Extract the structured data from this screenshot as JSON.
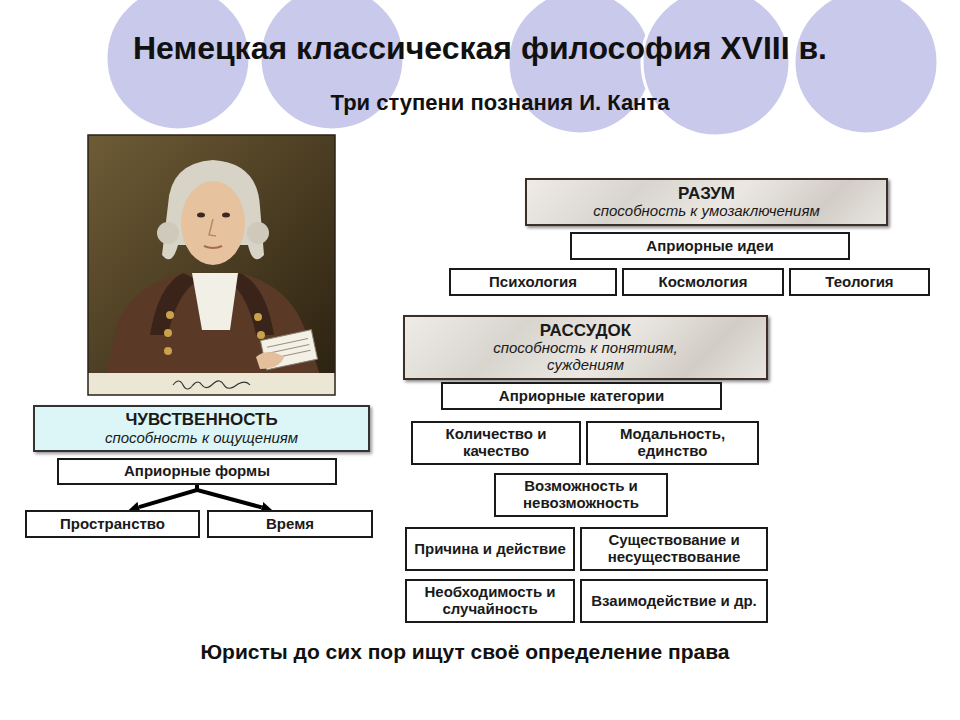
{
  "diagram": {
    "title": "Немецкая классическая философия XVIII в.",
    "caption": "Юристы до сих пор ищут своё определение права",
    "nodes": [
      {
        "text": [
          "РАЗУМ",
          "способность к умозаключениям"
        ]
      },
      {
        "text": [
          "Априорные идеи"
        ],
        "in": 0
      },
      {
        "text": [
          "Психология"
        ],
        "in": 0
      },
      {
        "text": [
          "Космология"
        ],
        "in": 0
      },
      {
        "text": [
          "Теология"
        ],
        "in": 0
      },
      {
        "text": [
          "РАССУДОК",
          "способность к понятиям, суждениям"
        ]
      },
      {
        "text": [
          "Априорные категории"
        ],
        "in": 5
      },
      {
        "text": [
          "Количество и качество"
        ],
        "in": 5
      },
      {
        "text": [
          "Модальность, единство"
        ],
        "in": 5
      },
      {
        "text": [
          "Возможность и невозможность"
        ],
        "in": 5
      },
      {
        "text": [
          "Причина и действие"
        ],
        "in": 5
      },
      {
        "text": [
          "Существование и несуществование"
        ],
        "in": 5
      },
      {
        "text": [
          "Необходимость и случайность"
        ],
        "in": 5
      },
      {
        "text": [
          "Взаимодействие и др."
        ],
        "in": 5
      },
      {
        "text": [
          "ЧУВСТВЕННОСТЬ",
          "способность к ощущениям"
        ]
      },
      {
        "text": [
          "Априорные формы"
        ],
        "in": 14
      },
      {
        "text": [
          "Пространство"
        ],
        "in": 14
      },
      {
        "text": [
          "Время"
        ],
        "in": 14
      }
    ],
    "edges": [
      {
        "from": 15,
        "to": 16,
        "arrow": "to"
      },
      {
        "from": 15,
        "to": 17,
        "arrow": "to"
      }
    ],
    "labels": [
      "Три ступени познания И. Канта"
    ]
  }
}
